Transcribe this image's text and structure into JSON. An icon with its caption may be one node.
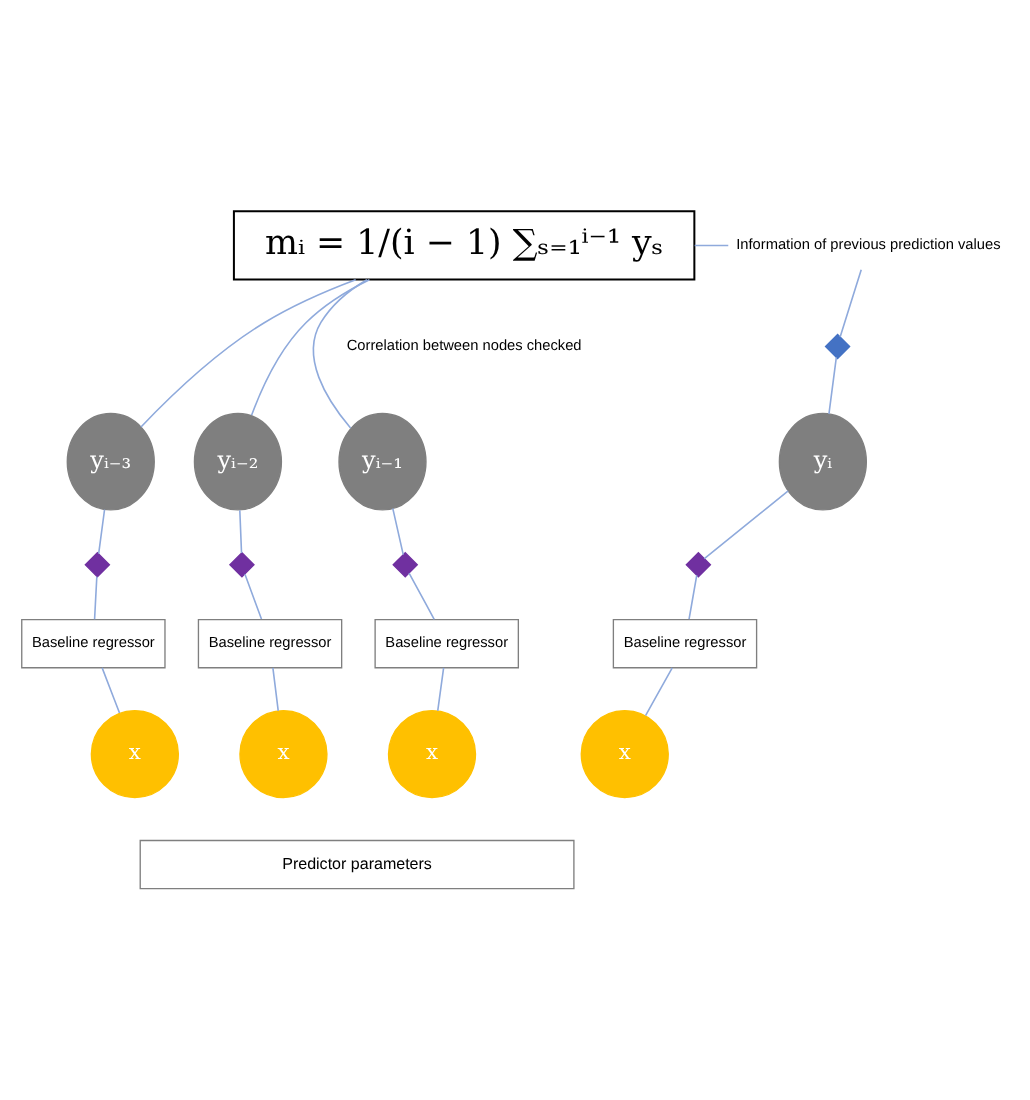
{
  "diagram": {
    "nodes": [
      {
        "text": [
          "mᵢ = 1/(i − 1) ∑ₛ₌₁ⁱ⁻¹ yₛ"
        ]
      },
      {
        "text": [
          "Information of previous prediction values"
        ]
      },
      {
        "text": [],
        "shape": "diamond"
      },
      {
        "text": [
          "yᵢ₋₃"
        ]
      },
      {
        "text": [
          "yᵢ₋₂"
        ]
      },
      {
        "text": [
          "yᵢ₋₁"
        ]
      },
      {
        "text": [
          "yᵢ"
        ]
      },
      {
        "text": [],
        "shape": "diamond"
      },
      {
        "text": [],
        "shape": "diamond"
      },
      {
        "text": [],
        "shape": "diamond"
      },
      {
        "text": [],
        "shape": "diamond"
      },
      {
        "text": [
          "Baseline regressor"
        ]
      },
      {
        "text": [
          "Baseline regressor"
        ]
      },
      {
        "text": [
          "Baseline regressor"
        ]
      },
      {
        "text": [
          "Baseline regressor"
        ]
      },
      {
        "text": [
          "x"
        ]
      },
      {
        "text": [
          "x"
        ]
      },
      {
        "text": [
          "x"
        ]
      },
      {
        "text": [
          "x"
        ]
      },
      {
        "text": [
          "Predictor parameters"
        ]
      }
    ],
    "edges": [
      {
        "from": 0,
        "to": 1,
        "arrow": "none"
      },
      {
        "from": 1,
        "to": 2,
        "arrow": "none"
      },
      {
        "from": 2,
        "to": 6,
        "arrow": "none"
      },
      {
        "from": 0,
        "to": 3,
        "arrow": "none"
      },
      {
        "from": 0,
        "to": 4,
        "arrow": "none"
      },
      {
        "from": 0,
        "to": 5,
        "arrow": "none"
      },
      {
        "from": 3,
        "to": 7,
        "arrow": "none"
      },
      {
        "from": 4,
        "to": 8,
        "arrow": "none"
      },
      {
        "from": 5,
        "to": 9,
        "arrow": "none"
      },
      {
        "from": 6,
        "to": 10,
        "arrow": "none"
      },
      {
        "from": 7,
        "to": 11,
        "arrow": "none"
      },
      {
        "from": 8,
        "to": 12,
        "arrow": "none"
      },
      {
        "from": 9,
        "to": 13,
        "arrow": "none"
      },
      {
        "from": 10,
        "to": 14,
        "arrow": "none"
      },
      {
        "from": 11,
        "to": 15,
        "arrow": "none"
      },
      {
        "from": 12,
        "to": 16,
        "arrow": "none"
      },
      {
        "from": 13,
        "to": 17,
        "arrow": "none"
      },
      {
        "from": 14,
        "to": 18,
        "arrow": "none"
      }
    ],
    "labels": [
      "Correlation between nodes checked"
    ]
  }
}
